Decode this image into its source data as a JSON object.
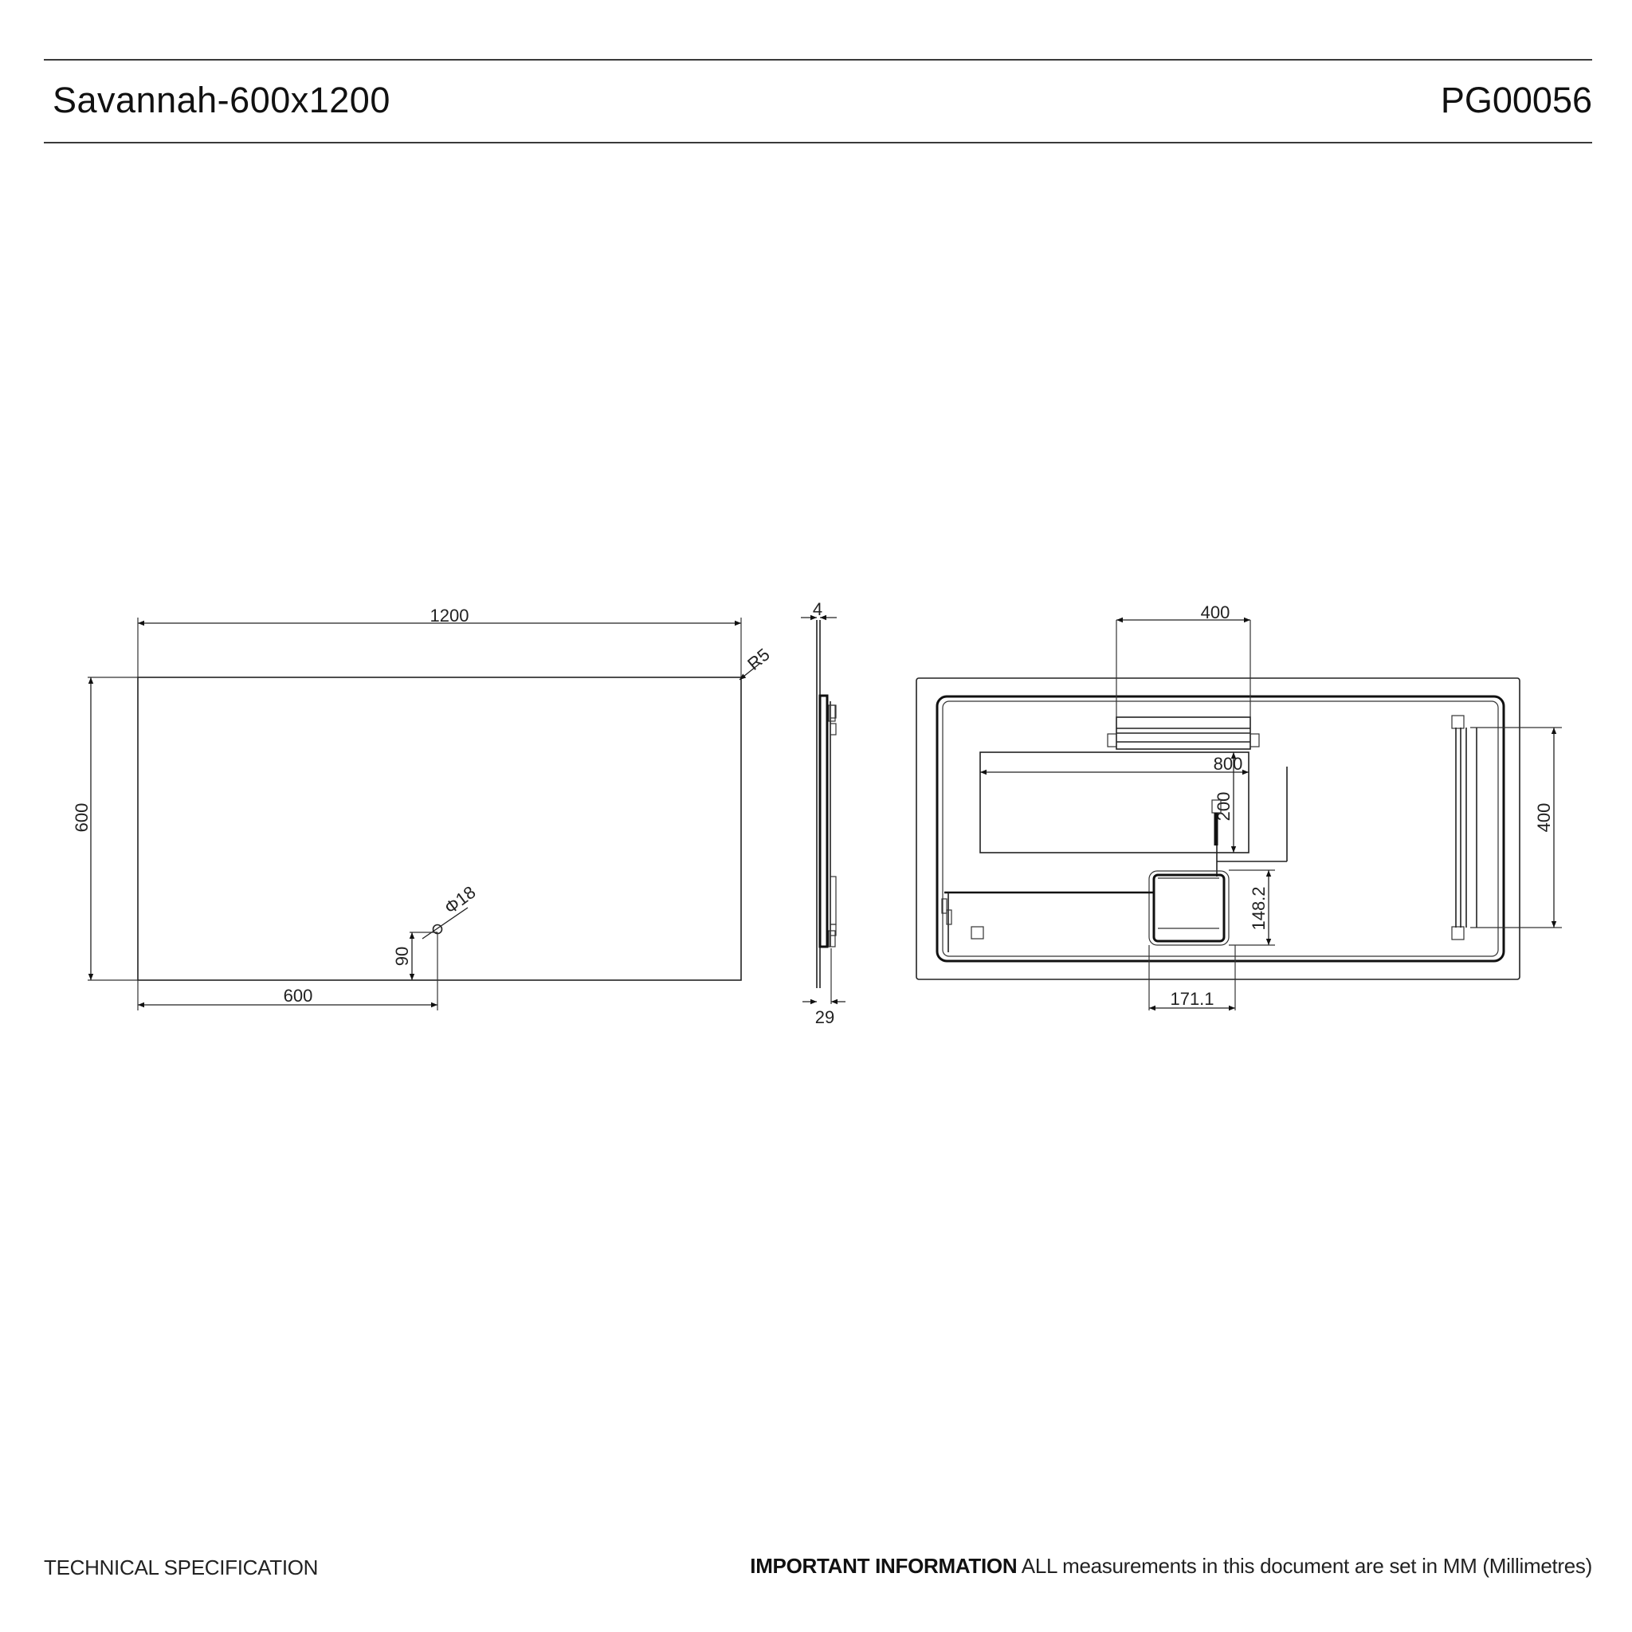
{
  "header": {
    "title": "Savannah-600x1200",
    "product_code": "PG00056"
  },
  "front_view": {
    "width_dim": "1200",
    "height_dim": "600",
    "corner_radius": "R5",
    "hole_diameter": "Φ18",
    "hole_from_bottom": "90",
    "hole_from_left": "600"
  },
  "side_view": {
    "glass_thickness": "4",
    "total_depth": "29"
  },
  "back_view": {
    "top_bracket_width": "400",
    "panel_width": "800",
    "panel_height": "200",
    "side_bracket_height": "400",
    "box_height": "148.2",
    "box_width": "171.1"
  },
  "footer": {
    "left_label": "TECHNICAL SPECIFICATION",
    "important_label": "IMPORTANT INFORMATION",
    "important_text": " ALL measurements in this document are set in MM (Millimetres)"
  }
}
